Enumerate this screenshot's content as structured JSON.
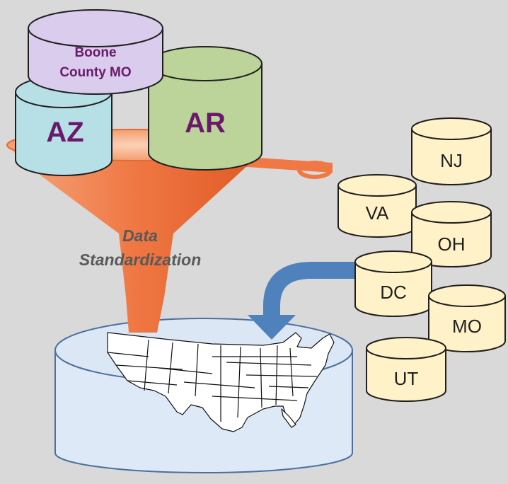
{
  "funnel_label": [
    "Data",
    "Standardization"
  ],
  "funnel_sources": [
    {
      "label": "Boone",
      "label2": "County MO",
      "color": "#d9ccec"
    },
    {
      "label": "AZ",
      "color": "#b7dfe6"
    },
    {
      "label": "AR",
      "color": "#bcd49a"
    }
  ],
  "side_sources": [
    {
      "label": "NJ",
      "color": "#fff2c8"
    },
    {
      "label": "VA",
      "color": "#fff2c8"
    },
    {
      "label": "OH",
      "color": "#fff2c8"
    },
    {
      "label": "DC",
      "color": "#fff2c8"
    },
    {
      "label": "MO",
      "color": "#fff2c8"
    },
    {
      "label": "UT",
      "color": "#fff2c8"
    }
  ],
  "target": {
    "name": "us-map-database",
    "color": "#dde9f6"
  },
  "colors": {
    "background": "#d9d9d9",
    "funnel": "#f07844",
    "arrow": "#4f81bd",
    "cylinder_stroke": "#1f1f1f",
    "label_dark": "#6b1a6b"
  }
}
